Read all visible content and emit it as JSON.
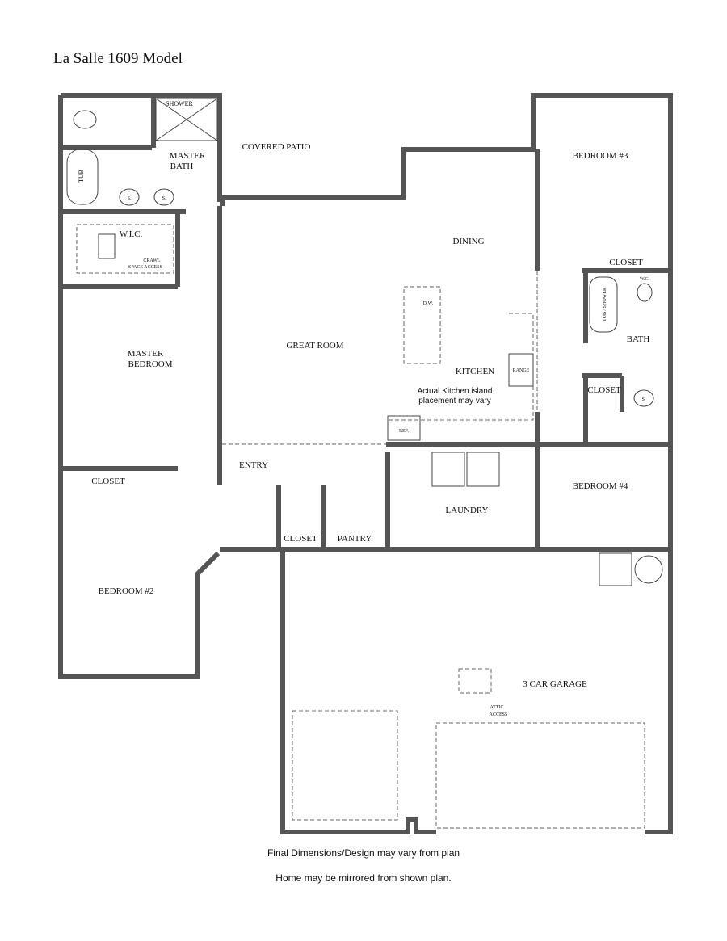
{
  "title": "La Salle 1609 Model",
  "rooms": {
    "shower": "SHOWER",
    "master_bath": [
      "MASTER",
      "BATH"
    ],
    "tub": "TUB",
    "sink": "S.",
    "wic": "W.I.C.",
    "crawl": [
      "CRAWL",
      "SPACE ACCESS"
    ],
    "covered_patio": "COVERED PATIO",
    "dining": "DINING",
    "bedroom3": "BEDROOM #3",
    "closet": "CLOSET",
    "tub_shower": "TUB / SHOWER",
    "wc": "W.C.",
    "bath": "BATH",
    "master_bedroom": [
      "MASTER",
      "BEDROOM"
    ],
    "great_room": "GREAT ROOM",
    "dw": "D.W.",
    "kitchen": "KITCHEN",
    "range": "RANGE",
    "island_note": [
      "Actual Kitchen island",
      "placement may vary"
    ],
    "ref": "REF.",
    "entry": "ENTRY",
    "bedroom4": "BEDROOM #4",
    "laundry": "LAUNDRY",
    "pantry": "PANTRY",
    "bedroom2": "BEDROOM #2",
    "garage": "3 CAR GARAGE",
    "attic": [
      "ATTIC",
      "ACCESS"
    ]
  },
  "footer": {
    "line1": "Final Dimensions/Design may vary from plan",
    "line2": "Home may be mirrored from shown plan."
  }
}
